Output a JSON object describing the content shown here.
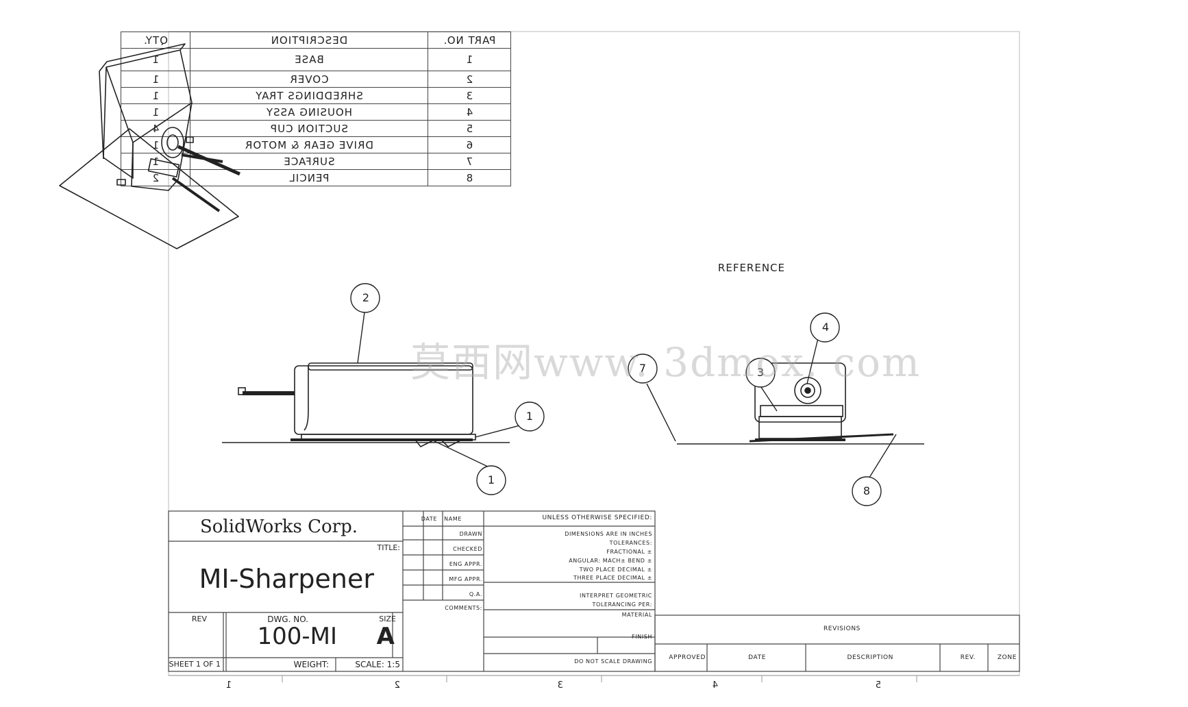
{
  "bom": {
    "headers": {
      "part_no": "PART NO.",
      "description": "DESCRIPTION",
      "qty": "QTY."
    },
    "rows": [
      {
        "part_no": "1",
        "description": "BASE",
        "qty": "1"
      },
      {
        "part_no": "2",
        "description": "COVER",
        "qty": "1"
      },
      {
        "part_no": "3",
        "description": "SHREDDINGS TRAY",
        "qty": "1"
      },
      {
        "part_no": "4",
        "description": "HOUSING ASSY",
        "qty": "1"
      },
      {
        "part_no": "5",
        "description": "SUCTION CUP",
        "qty": "4"
      },
      {
        "part_no": "6",
        "description": "DRIVE GEAR & MOTOR",
        "qty": "1"
      },
      {
        "part_no": "7",
        "description": "SURFACE",
        "qty": "1"
      },
      {
        "part_no": "8",
        "description": "PENCIL",
        "qty": "2"
      }
    ]
  },
  "views": {
    "reference_label": "REFERENCE",
    "balloons": {
      "b2": "2",
      "b1a": "1",
      "b1b": "1",
      "b7": "7",
      "b3": "3",
      "b4": "4",
      "b8": "8"
    }
  },
  "watermark": "莫西网www. 3dmox. com",
  "title_block": {
    "company": "SolidWorks Corp.",
    "title_label": "TITLE:",
    "title": "MI-Sharpener",
    "size_label": "SIZE",
    "size": "A",
    "dwg_no_label": "DWG.  NO.",
    "dwg_no": "100-MI",
    "rev_label": "REV",
    "scale": "SCALE: 1:5",
    "weight": "WEIGHT:",
    "sheet": "SHEET 1 OF 1",
    "name_label": "NAME",
    "date_label": "DATE",
    "rows": [
      "DRAWN",
      "CHECKED",
      "ENG APPR.",
      "MFG APPR.",
      "Q.A.",
      "COMMENTS:"
    ],
    "notes": {
      "unless": "UNLESS OTHERWISE SPECIFIED:",
      "lines": [
        "DIMENSIONS ARE IN INCHES",
        "TOLERANCES:",
        "FRACTIONAL ±",
        "ANGULAR: MACH±    BEND ±",
        "TWO PLACE DECIMAL    ±",
        "THREE PLACE DECIMAL   ±"
      ],
      "interpret": "INTERPRET GEOMETRIC",
      "tolerancing": "TOLERANCING PER:",
      "material": "MATERIAL",
      "finish": "FINISH",
      "noscale": "DO NOT SCALE DRAWING"
    }
  },
  "revisions": {
    "title": "REVISIONS",
    "headers": {
      "zone": "ZONE",
      "rev": "REV.",
      "description": "DESCRIPTION",
      "date": "DATE",
      "approved": "APPROVED"
    }
  },
  "zones": [
    "1",
    "2",
    "3",
    "4",
    "5"
  ]
}
